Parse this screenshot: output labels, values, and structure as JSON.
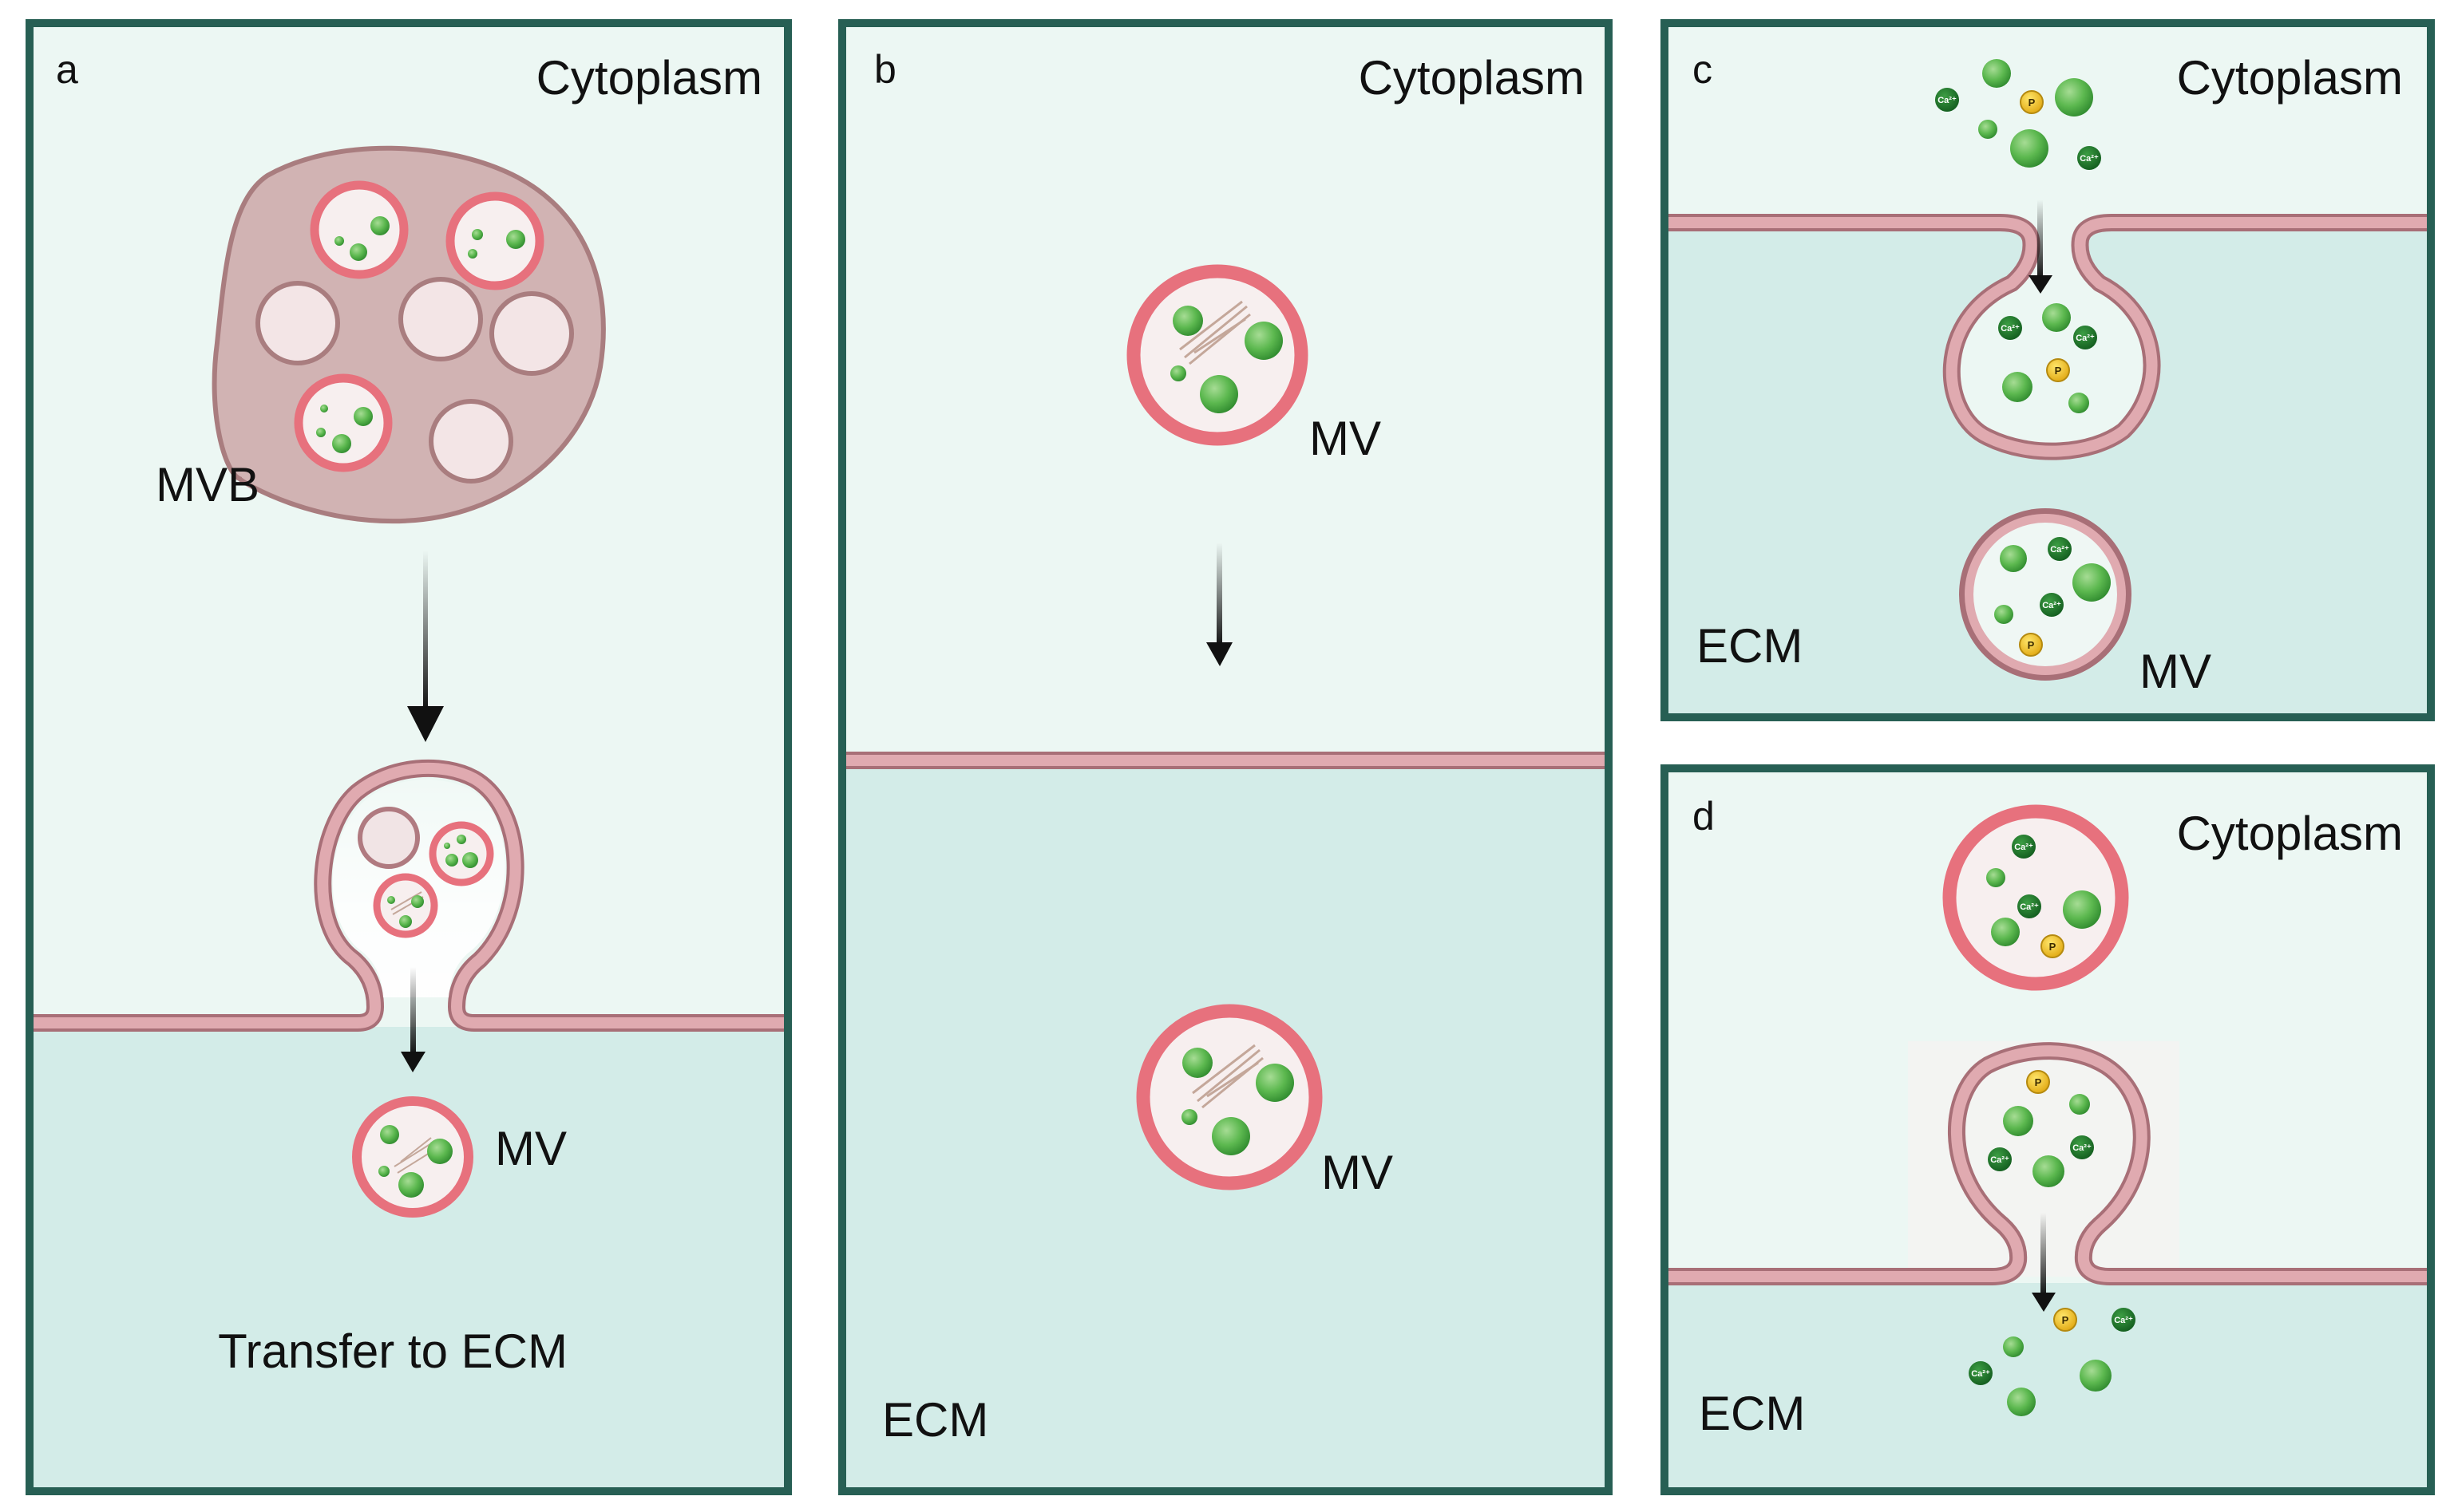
{
  "colors": {
    "frame": "#275f54",
    "cytoplasm": "#ecf7f3",
    "ecm": "#d3ece8",
    "membrane": "#e0aab0",
    "membrane_edge": "#a86f77",
    "mv_ring": "#e7717d",
    "mvb": "#d1b3b3",
    "green": "#55b64e",
    "dark_green": "#1f7a2c",
    "phosphate": "#f2c01b"
  },
  "icons": {
    "vesicle": "vesicle-icon",
    "ion": "calcium-ion-icon",
    "phosphate": "phosphate-icon",
    "arrow": "down-arrow-icon"
  },
  "panels": {
    "a": {
      "letter": "a",
      "cytoplasm_label": "Cytoplasm",
      "mvb_label": "MVB",
      "mv_label": "MV",
      "transfer_label": "Transfer to ECM"
    },
    "b": {
      "letter": "b",
      "cytoplasm_label": "Cytoplasm",
      "mv_top_label": "MV",
      "mv_bottom_label": "MV",
      "ecm_label": "ECM"
    },
    "c": {
      "letter": "c",
      "cytoplasm_label": "Cytoplasm",
      "ecm_label": "ECM",
      "mv_label": "MV"
    },
    "d": {
      "letter": "d",
      "cytoplasm_label": "Cytoplasm",
      "ecm_label": "ECM"
    }
  },
  "ions": {
    "calcium": "Ca²⁺",
    "phosphate": "P"
  }
}
